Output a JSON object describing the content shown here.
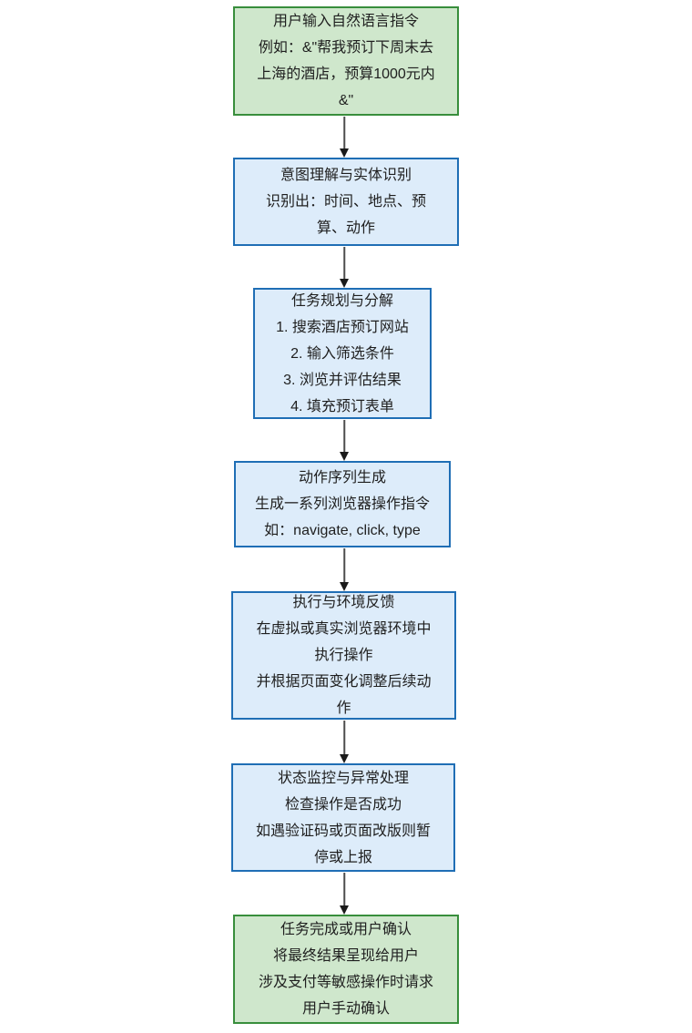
{
  "flowchart": {
    "background": "#ffffff",
    "colors": {
      "start_end_fill": "#cfe7cc",
      "start_end_border": "#388e3c",
      "process_fill": "#ddecfa",
      "process_border": "#1f6eb5",
      "arrow_line": "#4d4d4d",
      "arrow_head": "#1a1a1a",
      "text": "#1f1f1f"
    },
    "nodes": [
      {
        "id": "user-input",
        "kind": "start",
        "lines": [
          "用户输入自然语言指令",
          "例如：&\"帮我预订下周末去",
          "上海的酒店，预算1000元内",
          "&\""
        ]
      },
      {
        "id": "intent-understanding",
        "kind": "process",
        "lines": [
          "意图理解与实体识别",
          "识别出：时间、地点、预",
          "算、动作"
        ]
      },
      {
        "id": "task-planning",
        "kind": "process",
        "lines": [
          "任务规划与分解",
          "1. 搜索酒店预订网站",
          "2. 输入筛选条件",
          "3. 浏览并评估结果",
          "4. 填充预订表单"
        ]
      },
      {
        "id": "action-sequence",
        "kind": "process",
        "lines": [
          "动作序列生成",
          "生成一系列浏览器操作指令",
          "如：navigate, click, type"
        ]
      },
      {
        "id": "execution-feedback",
        "kind": "process",
        "lines": [
          "执行与环境反馈",
          "在虚拟或真实浏览器环境中",
          "执行操作",
          "并根据页面变化调整后续动",
          "作"
        ]
      },
      {
        "id": "status-monitoring",
        "kind": "process",
        "lines": [
          "状态监控与异常处理",
          "检查操作是否成功",
          "如遇验证码或页面改版则暂",
          "停或上报"
        ]
      },
      {
        "id": "task-completion",
        "kind": "start",
        "lines": [
          "任务完成或用户确认",
          "将最终结果呈现给用户",
          "涉及支付等敏感操作时请求",
          "用户手动确认"
        ]
      }
    ]
  }
}
